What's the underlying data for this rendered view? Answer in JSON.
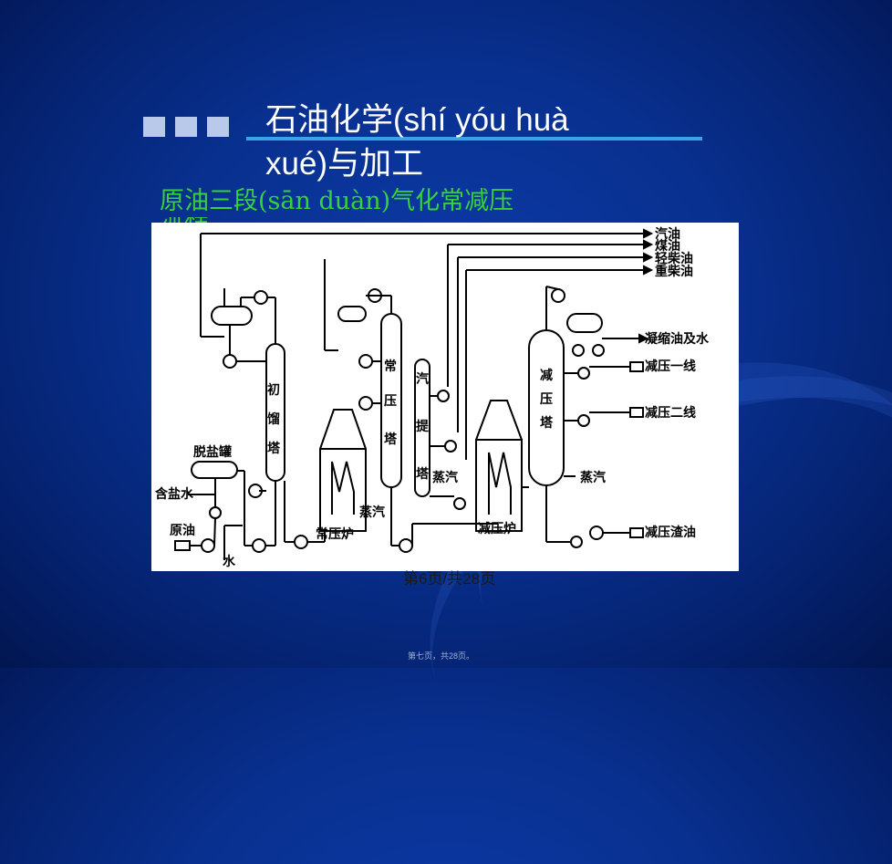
{
  "slide": {
    "title": "石油化学(shí yóu huà xué)与加工",
    "subtitle": "原油三段(sān duàn)气化常减压",
    "subtitle_cut": "流程",
    "page_number": "第6页/共28页",
    "footer": "第七页，共28页。"
  },
  "diagram": {
    "products": [
      "汽油",
      "煤油",
      "轻柴油",
      "重柴油"
    ],
    "towers": {
      "initial": [
        "初",
        "馏",
        "塔"
      ],
      "atmospheric": [
        "常",
        "压",
        "塔"
      ],
      "stripper": [
        "汽",
        "提",
        "塔"
      ],
      "vacuum": [
        "减",
        "压",
        "塔"
      ]
    },
    "labels": {
      "desalter": "脱盐罐",
      "salty_water": "含盐水",
      "crude_oil": "原油",
      "water": "水",
      "atm_furnace": "常压炉",
      "vac_furnace": "减压炉",
      "steam": "蒸汽",
      "condensate": "凝缩油及水",
      "vac_line1": "减压一线",
      "vac_line2": "减压二线",
      "vac_residue": "减压渣油"
    }
  }
}
